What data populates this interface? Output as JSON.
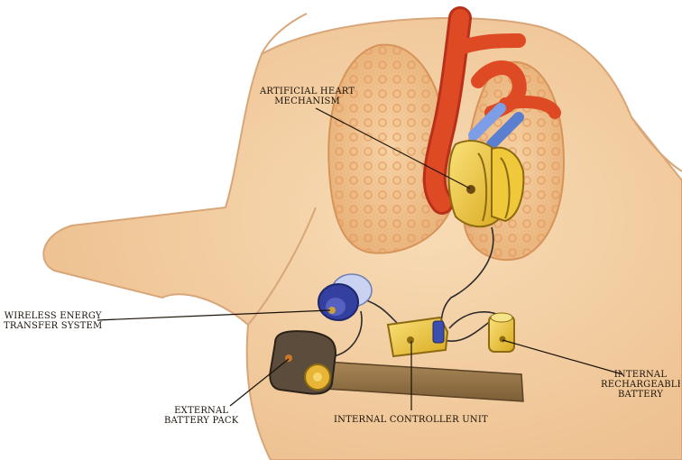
{
  "labels": {
    "artificial_heart": [
      "ARTIFICIAL HEART",
      "MECHANISM"
    ],
    "wireless_energy": [
      "WIRELESS ENERGY",
      "TRANSFER SYSTEM"
    ],
    "external_battery": [
      "EXTERNAL",
      "BATTERY PACK"
    ],
    "internal_controller": "INTERNAL CONTROLLER UNIT",
    "internal_battery": [
      "INTERNAL",
      "RECHARGEABLE",
      "BATTERY"
    ]
  },
  "colors": {
    "skin": "#f4cfa2",
    "skin_edge": "#d9a679",
    "lung": "#f0c28e",
    "lung_pattern": "#e8ab6e",
    "artery": "#d9401e",
    "vein": "#5a7fd0",
    "device_yellow": "#f2cf3c",
    "device_dark": "#5a4a3a",
    "belt": "#9b7b4f"
  }
}
